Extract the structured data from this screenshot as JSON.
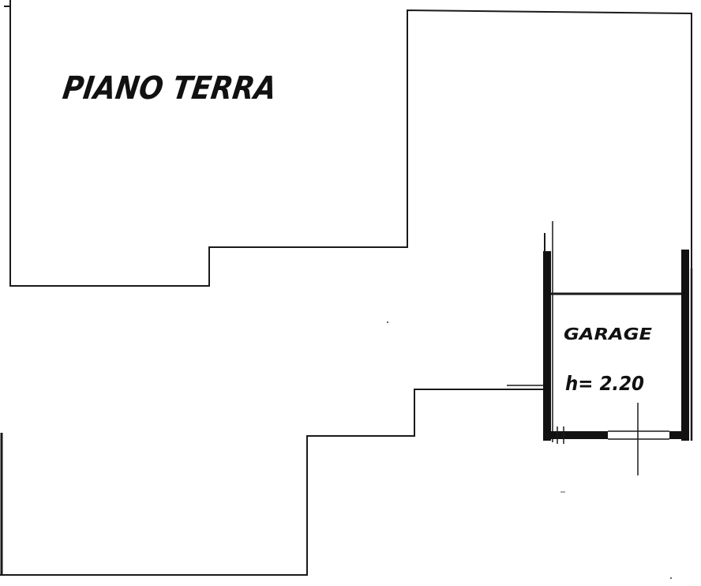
{
  "drawing": {
    "floor_label": "PIANO TERRA",
    "room_label": "GARAGE",
    "height_label": "h= 2.20",
    "line_color": "#1a1a1a",
    "wall_color": "#111111"
  }
}
